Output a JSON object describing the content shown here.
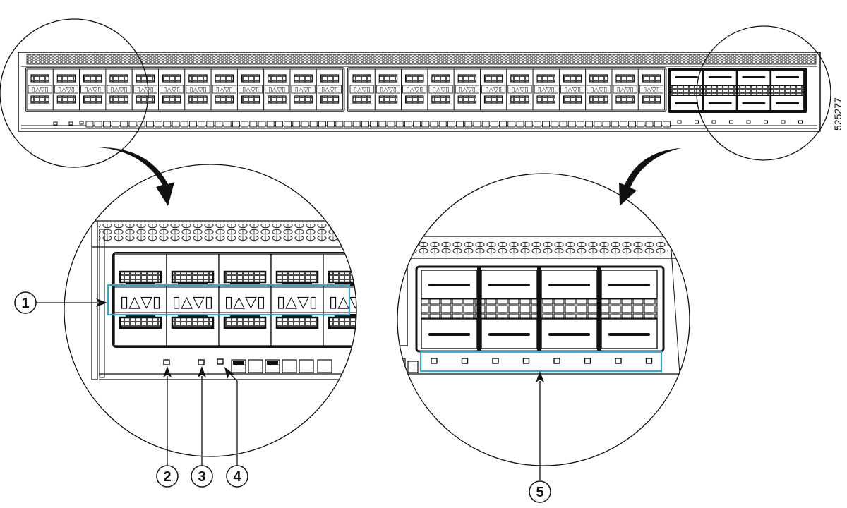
{
  "figure": {
    "id": "525277",
    "subject": "Switch front panel with magnified port and LED detail views"
  },
  "overview": {
    "rj45_groups": 2,
    "ports_per_group": 12,
    "uplink_cages_cols": 4,
    "uplink_cages_rows": 2,
    "uplink_leds": 8
  },
  "detail_left": {
    "visible_port_columns": 5,
    "port_led_glyphs": "▯△▽▯"
  },
  "detail_right": {
    "cage_cols": 4,
    "cage_rows": 2,
    "led_count": 8
  },
  "callouts": [
    {
      "number": "1",
      "target": "port-led-row"
    },
    {
      "number": "2",
      "target": "system-led-1"
    },
    {
      "number": "3",
      "target": "system-led-2"
    },
    {
      "number": "4",
      "target": "system-led-3"
    },
    {
      "number": "5",
      "target": "uplink-port-leds"
    }
  ],
  "colors": {
    "highlight": "#33a9d4",
    "line": "#111111",
    "background": "#ffffff"
  }
}
